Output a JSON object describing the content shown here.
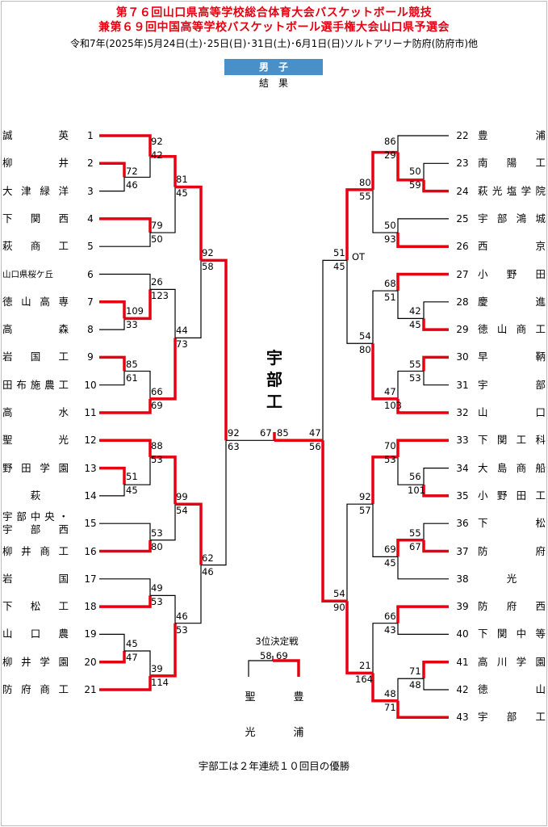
{
  "header": {
    "title_line1": "第７６回山口県高等学校総合体育大会バスケットボール競技",
    "title_line2": "兼第６９回中国高等学校バスケットボール選手権大会山口県予選会",
    "schedule": "令和7年(2025年)5月24日(土)･25日(日)･31日(土)･6月1日(日)ソルトアリーナ防府(防府市)他",
    "division": "男　子",
    "results": "結　果"
  },
  "colors": {
    "winner_line": "#e60012",
    "loser_line": "#000000",
    "title": "#e60012",
    "division_bg": "#4a90c8"
  },
  "left_teams": [
    {
      "seed": "1",
      "name": [
        "誠",
        "英"
      ]
    },
    {
      "seed": "2",
      "name": [
        "柳",
        "井"
      ]
    },
    {
      "seed": "3",
      "name": [
        "大",
        "津",
        "緑",
        "洋"
      ]
    },
    {
      "seed": "4",
      "name": [
        "下",
        "関",
        "西"
      ]
    },
    {
      "seed": "5",
      "name": [
        "萩",
        "商",
        "工"
      ]
    },
    {
      "seed": "6",
      "name": [
        "山口県桜ケ丘"
      ],
      "small": true
    },
    {
      "seed": "7",
      "name": [
        "徳",
        "山",
        "高",
        "専"
      ]
    },
    {
      "seed": "8",
      "name": [
        "高",
        "森"
      ]
    },
    {
      "seed": "9",
      "name": [
        "岩",
        "国",
        "工"
      ]
    },
    {
      "seed": "10",
      "name": [
        "田",
        "布",
        "施",
        "農",
        "工"
      ]
    },
    {
      "seed": "11",
      "name": [
        "高",
        "水"
      ]
    },
    {
      "seed": "12",
      "name": [
        "聖",
        "光"
      ]
    },
    {
      "seed": "13",
      "name": [
        "野",
        "田",
        "学",
        "園"
      ]
    },
    {
      "seed": "14",
      "name": [
        "萩"
      ],
      "center": true
    },
    {
      "seed": "15",
      "name": [
        "宇部中央・",
        "宇　部　西"
      ],
      "double": true
    },
    {
      "seed": "16",
      "name": [
        "柳",
        "井",
        "商",
        "工"
      ]
    },
    {
      "seed": "17",
      "name": [
        "岩",
        "国"
      ]
    },
    {
      "seed": "18",
      "name": [
        "下",
        "松",
        "工"
      ]
    },
    {
      "seed": "19",
      "name": [
        "山",
        "口",
        "農"
      ]
    },
    {
      "seed": "20",
      "name": [
        "柳",
        "井",
        "学",
        "園"
      ]
    },
    {
      "seed": "21",
      "name": [
        "防",
        "府",
        "商",
        "工"
      ]
    }
  ],
  "right_teams": [
    {
      "seed": "22",
      "name": [
        "豊",
        "浦"
      ]
    },
    {
      "seed": "23",
      "name": [
        "南",
        "陽",
        "工"
      ]
    },
    {
      "seed": "24",
      "name": [
        "萩",
        "光",
        "塩",
        "学",
        "院"
      ]
    },
    {
      "seed": "25",
      "name": [
        "宇",
        "部",
        "鴻",
        "城"
      ]
    },
    {
      "seed": "26",
      "name": [
        "西",
        "京"
      ]
    },
    {
      "seed": "27",
      "name": [
        "小",
        "野",
        "田"
      ]
    },
    {
      "seed": "28",
      "name": [
        "慶",
        "進"
      ]
    },
    {
      "seed": "29",
      "name": [
        "徳",
        "山",
        "商",
        "工"
      ]
    },
    {
      "seed": "30",
      "name": [
        "早",
        "鞆"
      ]
    },
    {
      "seed": "31",
      "name": [
        "宇",
        "部"
      ]
    },
    {
      "seed": "32",
      "name": [
        "山",
        "口"
      ]
    },
    {
      "seed": "33",
      "name": [
        "下",
        "関",
        "工",
        "科"
      ]
    },
    {
      "seed": "34",
      "name": [
        "大",
        "島",
        "商",
        "船"
      ]
    },
    {
      "seed": "35",
      "name": [
        "小",
        "野",
        "田",
        "工"
      ]
    },
    {
      "seed": "36",
      "name": [
        "下",
        "松"
      ]
    },
    {
      "seed": "37",
      "name": [
        "防",
        "府"
      ]
    },
    {
      "seed": "38",
      "name": [
        "光"
      ],
      "center": true
    },
    {
      "seed": "39",
      "name": [
        "防",
        "府",
        "西"
      ]
    },
    {
      "seed": "40",
      "name": [
        "下",
        "関",
        "中",
        "等"
      ]
    },
    {
      "seed": "41",
      "name": [
        "高",
        "川",
        "学",
        "園"
      ]
    },
    {
      "seed": "42",
      "name": [
        "徳",
        "山"
      ]
    },
    {
      "seed": "43",
      "name": [
        "宇",
        "部",
        "工"
      ]
    }
  ],
  "scores": {
    "L1": [
      "92",
      "42",
      "72",
      "46",
      "81",
      "45",
      "79",
      "50",
      "92",
      "58",
      "26",
      "123",
      "109",
      "33",
      "44",
      "73",
      "85",
      "61",
      "66",
      "69"
    ],
    "L2": [
      "88",
      "53",
      "51",
      "45",
      "99",
      "54",
      "53",
      "80",
      "62",
      "46",
      "49",
      "53",
      "45",
      "47",
      "46",
      "53",
      "39",
      "114",
      "92",
      "63"
    ],
    "R1": [
      "86",
      "29",
      "50",
      "59",
      "80",
      "55",
      "50",
      "93",
      "51",
      "45",
      "68",
      "51",
      "42",
      "45",
      "54",
      "80",
      "55",
      "53",
      "47",
      "103"
    ],
    "R2": [
      "70",
      "53",
      "56",
      "101",
      "92",
      "57",
      "55",
      "67",
      "69",
      "45",
      "54",
      "90",
      "66",
      "43",
      "21",
      "164",
      "71",
      "48",
      "48",
      "71"
    ],
    "final": [
      "67",
      "85",
      "47",
      "56"
    ],
    "ot": "OT"
  },
  "champion": "宇部工",
  "third_place": {
    "label": "3位決定戦",
    "left_score": "58",
    "right_score": "69",
    "left_team": "聖光",
    "right_team": "豊浦"
  },
  "footer": "宇部工は２年連続１０回目の優勝"
}
